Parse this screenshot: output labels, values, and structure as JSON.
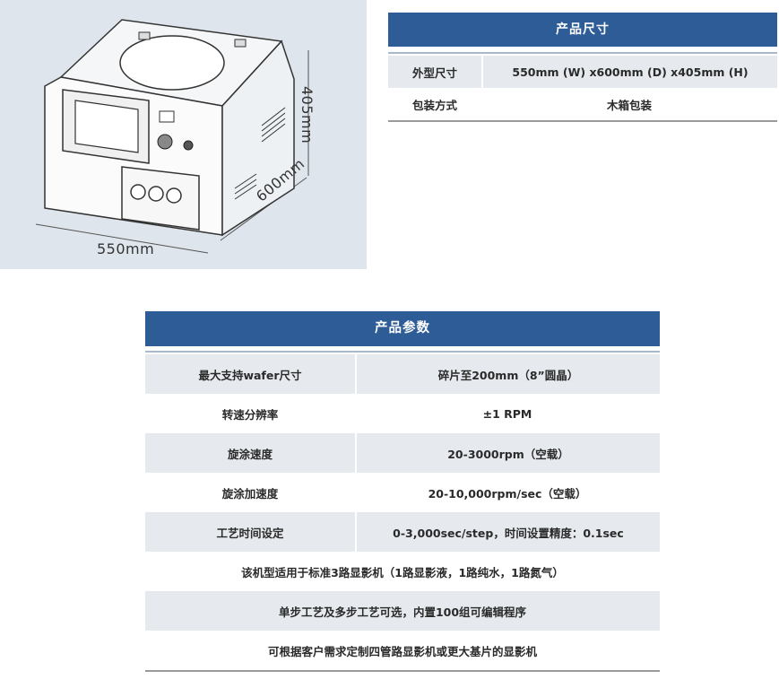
{
  "image": {
    "dim_width": "550mm",
    "dim_depth": "600mm",
    "dim_height": "405mm"
  },
  "size_table": {
    "title": "产品尺寸",
    "rows": [
      {
        "label": "外型尺寸",
        "value": "550mm (W) x600mm (D) x405mm (H)"
      },
      {
        "label": "包装方式",
        "value": "木箱包装"
      }
    ]
  },
  "param_table": {
    "title": "产品参数",
    "rows": [
      {
        "label": "最大支持wafer尺寸",
        "value": "碎片至200mm（8”圆晶）"
      },
      {
        "label": "转速分辨率",
        "value": "±1 RPM"
      },
      {
        "label": "旋涂速度",
        "value": "20-3000rpm（空载）"
      },
      {
        "label": "旋涂加速度",
        "value": "20-10,000rpm/sec（空载）"
      },
      {
        "label": "工艺时间设定",
        "value": "0-3,000sec/step，时间设置精度：0.1sec"
      }
    ],
    "notes": [
      "该机型适用于标准3路显影机（1路显影液，1路纯水，1路氮气）",
      "单步工艺及多步工艺可选，内置100组可编辑程序",
      "可根据客户需求定制四管路显影机或更大基片的显影机"
    ]
  },
  "colors": {
    "header_blue": "#2d5c96",
    "row_shade": "#e6eaef",
    "photo_bg": "#dfe5ec"
  }
}
